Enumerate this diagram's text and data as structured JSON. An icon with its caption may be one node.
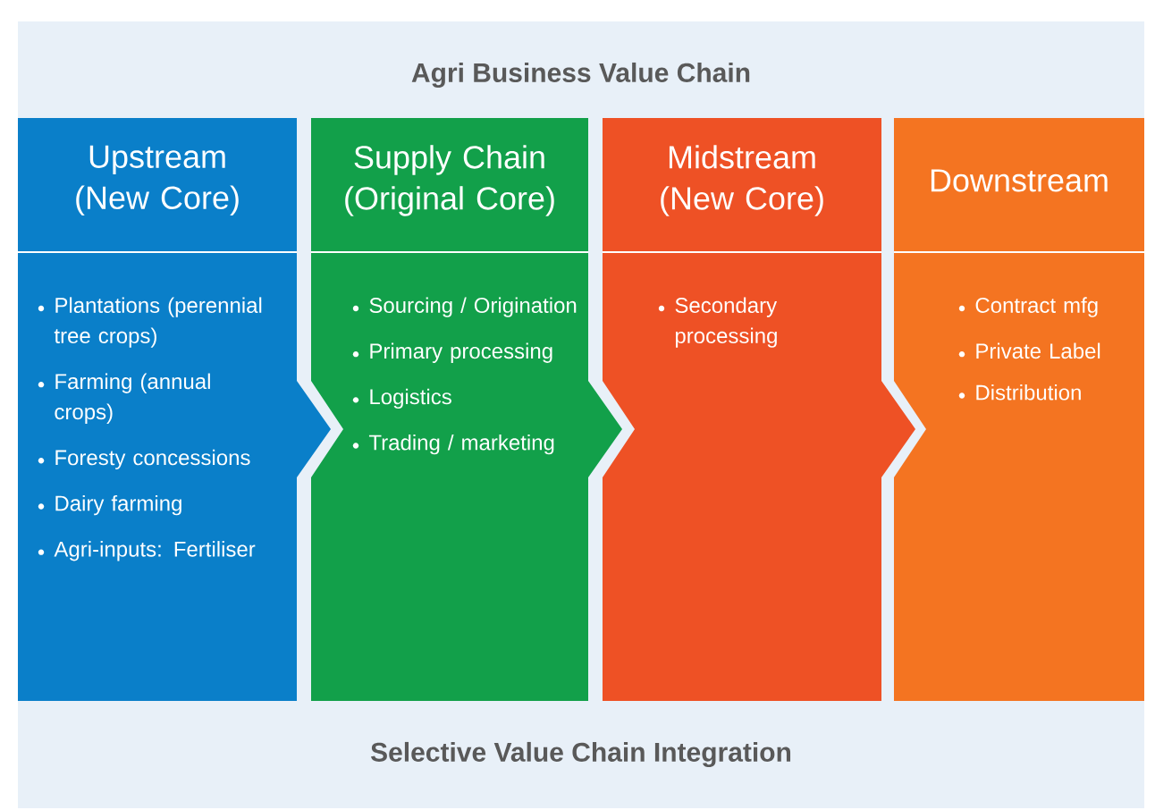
{
  "diagram": {
    "title": "Agri Business Value Chain",
    "caption": "Selective Value Chain Integration",
    "nodes": [
      {
        "text": [
          "Upstream (New Core)",
          "Plantations (perennial tree crops)",
          "Farming (annual crops)",
          "Foresty concessions",
          "Dairy farming",
          "Agri-inputs: Fertiliser"
        ]
      },
      {
        "text": [
          "Supply Chain (Original Core)",
          "Sourcing / Origination",
          "Primary processing",
          "Logistics",
          "Trading / marketing"
        ]
      },
      {
        "text": [
          "Midstream (New Core)",
          "Secondary processing"
        ]
      },
      {
        "text": [
          "Downstream",
          "Contract mfg",
          "Private Label",
          "Distribution"
        ]
      }
    ]
  }
}
